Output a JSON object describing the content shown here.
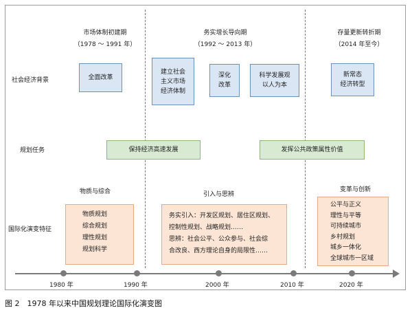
{
  "periods": [
    {
      "title": "市场体制初建期",
      "range": "（1978 ～ 1991 年）"
    },
    {
      "title": "务实增长导向期",
      "range": "（1992 ～ 2013 年）"
    },
    {
      "title": "存量更新转折期",
      "range": "（2014 年至今）"
    }
  ],
  "row_labels": [
    "社会经济背景",
    "规划任务",
    "国际化演变特征"
  ],
  "background_boxes": [
    {
      "lines": [
        "全面改革"
      ]
    },
    {
      "lines": [
        "建立社会",
        "主义市场",
        "经济体制"
      ]
    },
    {
      "lines": [
        "深化",
        "改革"
      ]
    },
    {
      "lines": [
        "科学发展观",
        "以人为本"
      ]
    },
    {
      "lines": [
        "新常态",
        "经济转型"
      ]
    }
  ],
  "task_boxes": [
    {
      "text": "保持经济高速发展"
    },
    {
      "text": "发挥公共政策属性价值"
    }
  ],
  "feature_headers": [
    "物质与综合",
    "引入与思辨",
    "变革与创新"
  ],
  "feature_boxes": [
    {
      "lines": [
        "物质规划",
        "综合规划",
        "理性规划",
        "规划科学"
      ]
    },
    {
      "lines": [
        "务实引入：开发区规划、居住区规划、",
        "控制性规划、战略规划……",
        "思辨：社会公平、公众参与、社会综",
        "合改良、西方理论自身的局限性……"
      ]
    },
    {
      "lines": [
        "公平与正义",
        "理性与平等",
        "可持续城市",
        "乡村规划",
        "城乡一体化",
        "全球城市一区域"
      ]
    }
  ],
  "timeline_ticks": [
    "1980 年",
    "1990 年",
    "2000 年",
    "2010 年",
    "2020 年"
  ],
  "caption": "图 2　1978 年以来中国规划理论国际化演变图",
  "colors": {
    "blue_fill": "#dbe6f4",
    "green_fill": "#d8ead2",
    "orange_fill": "#fce5d5",
    "axis": "#7a7a7a"
  }
}
